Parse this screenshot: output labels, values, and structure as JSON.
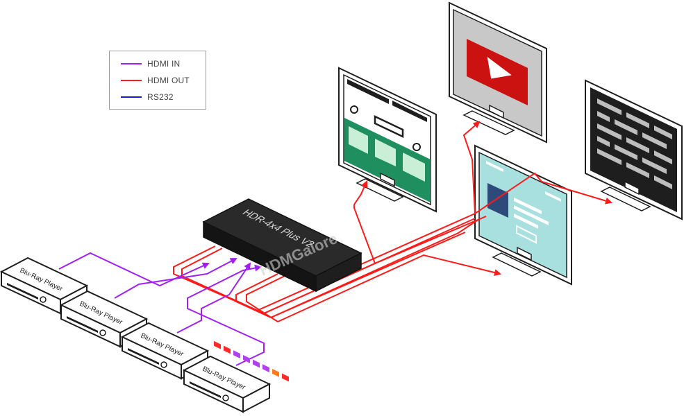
{
  "legend": {
    "items": [
      {
        "label": "HDMI IN",
        "color": "#a020f0"
      },
      {
        "label": "HDMI OUT",
        "color": "#ff1a1a"
      },
      {
        "label": "RS232",
        "color": "#1a1acc"
      }
    ]
  },
  "matrix": {
    "label": "HDR-4x4 Plus V2"
  },
  "sources": [
    {
      "label": "Blu-Ray Player"
    },
    {
      "label": "Blu-Ray Player"
    },
    {
      "label": "Blu-Ray Player"
    },
    {
      "label": "Blu-Ray Player"
    }
  ],
  "displays": [
    {
      "content": "web-page-icon"
    },
    {
      "content": "video-play-icon"
    },
    {
      "content": "brick-wall-icon"
    },
    {
      "content": "document-page-icon"
    }
  ],
  "watermark": {
    "text": "HDMGalore"
  },
  "colors": {
    "hdmi_in": "#a020f0",
    "hdmi_out": "#ff1a1a",
    "rs232": "#1a1acc",
    "device": "#1e1e1e"
  }
}
